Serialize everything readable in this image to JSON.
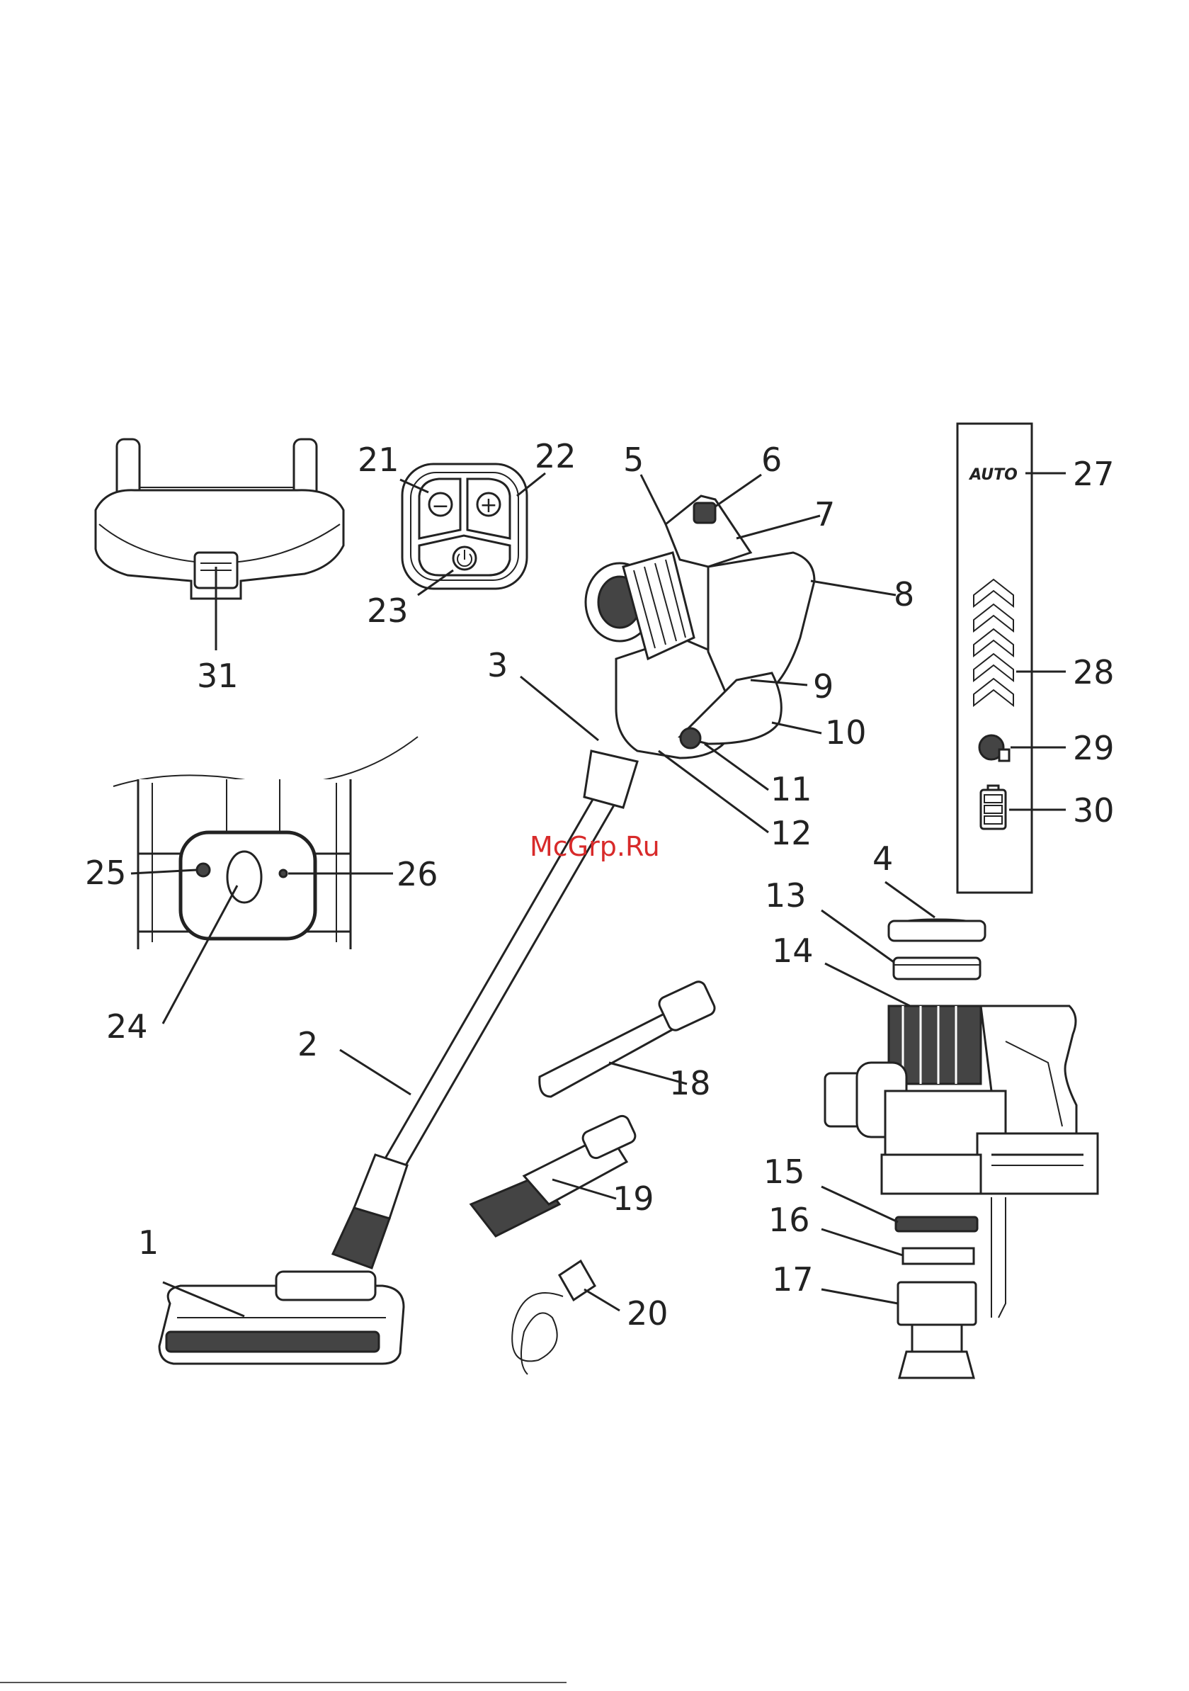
{
  "watermark": "McGrp.Ru",
  "panel_auto_text": "AUTO",
  "buttons": {
    "minus": "−",
    "plus": "+"
  },
  "callouts": {
    "n1": "1",
    "n2": "2",
    "n3": "3",
    "n4": "4",
    "n5": "5",
    "n6": "6",
    "n7": "7",
    "n8": "8",
    "n9": "9",
    "n10": "10",
    "n11": "11",
    "n12": "12",
    "n13": "13",
    "n14": "14",
    "n15": "15",
    "n16": "16",
    "n17": "17",
    "n18": "18",
    "n19": "19",
    "n20": "20",
    "n21": "21",
    "n22": "22",
    "n23": "23",
    "n24": "24",
    "n25": "25",
    "n26": "26",
    "n27": "27",
    "n28": "28",
    "n29": "29",
    "n30": "30",
    "n31": "31"
  }
}
